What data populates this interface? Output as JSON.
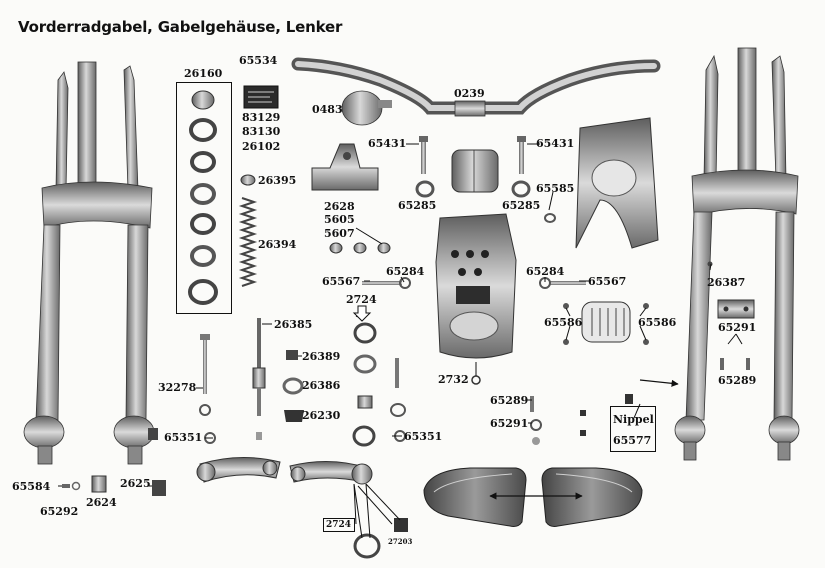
{
  "title": "Vorderradgabel, Gabelgehäuse, Lenker",
  "parts": {
    "p26160": "26160",
    "p65534": "65534",
    "p83129": "83129",
    "p83130": "83130",
    "p26102": "26102",
    "p26395": "26395",
    "p26394": "26394",
    "p0483": "0483",
    "p0239": "0239",
    "p65431_l": "65431",
    "p65431_r": "65431",
    "p65285_l": "65285",
    "p65285_r": "65285",
    "p65585": "65585",
    "p2628": "2628",
    "p5605": "5605",
    "p5607": "5607",
    "p65567_l": "65567",
    "p65567_r": "65567",
    "p65284_l": "65284",
    "p65284_r": "65284",
    "p26387": "26387",
    "p2724_top": "2724",
    "p65586_l": "65586",
    "p65586_r": "65586",
    "p65291_r": "65291",
    "p65289_r": "65289",
    "p26385": "26385",
    "p26389": "26389",
    "p26386": "26386",
    "p26230": "26230",
    "p32278": "32278",
    "p65351_l": "65351",
    "p65351_r": "65351",
    "p2732": "2732",
    "p65289_c": "65289",
    "p65291_c": "65291",
    "nippel": "Nippel",
    "p65577": "65577",
    "p65584": "65584",
    "p65292": "65292",
    "p2624": "2624",
    "p2625": "2625",
    "p2724_bottom": "2724",
    "p27203": "27203"
  },
  "colors": {
    "ink": "#111111",
    "metal_dark": "#6f6f6f",
    "metal_mid": "#a9a9a9",
    "metal_light": "#dcdcdc",
    "paper": "#fbfbf9"
  }
}
